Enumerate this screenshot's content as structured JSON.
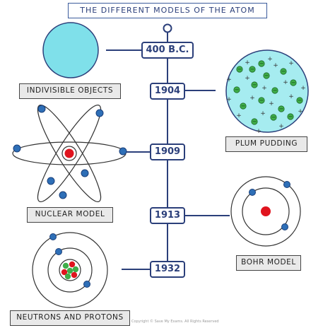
{
  "title": "THE DIFFERENT MODELS OF THE ATOM",
  "timeline": {
    "years": [
      "400 B.C.",
      "1904",
      "1909",
      "1913",
      "1932"
    ]
  },
  "models": [
    {
      "label": "INDIVISIBLE OBJECTS"
    },
    {
      "label": "PLUM PUDDING"
    },
    {
      "label": "NUCLEAR MODEL"
    },
    {
      "label": "BOHR MODEL"
    },
    {
      "label": "NEUTRONS AND PROTONS"
    }
  ],
  "symbols": {
    "plus": "+",
    "minus": "−"
  },
  "copyright": "Copyright © Save My Exams. All Rights Reserved",
  "colors": {
    "timeline": "#2b3f7a",
    "sphere": "#7fe0ea",
    "electron": "#2e6fb7",
    "nucleus": "#e0141e",
    "neutron": "#3fae49",
    "proton": "#e0141e"
  }
}
